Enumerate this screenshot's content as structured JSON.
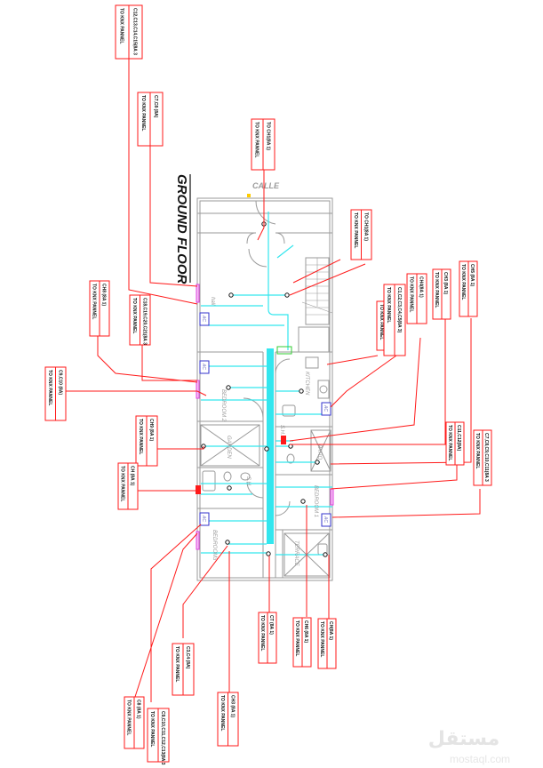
{
  "drawing": {
    "title": "GROUND FLOOR",
    "street_label": "CALLE",
    "watermark": {
      "arabic": "مستقل",
      "latin": "mostaql.com"
    },
    "colors": {
      "circuit_leader": "#ff1a1a",
      "cable_route": "#33e6ee",
      "ac_unit": "#3333cc",
      "knx_module": "#e040e0",
      "junction_box": "#33cc33",
      "wall": "#9a9a9a"
    }
  },
  "rooms": [
    {
      "id": "hall",
      "label": "hall"
    },
    {
      "id": "kitchen",
      "label": "KITCHEN"
    },
    {
      "id": "bedroom2",
      "label": "BEDROOM 2"
    },
    {
      "id": "garden",
      "label": "GARDEN"
    },
    {
      "id": "sh1",
      "label": "S.H."
    },
    {
      "id": "sh2",
      "label": "S.H."
    },
    {
      "id": "patio",
      "label": "PATIO"
    },
    {
      "id": "bedroom1",
      "label": "BEDROOM 1"
    },
    {
      "id": "bedroom3",
      "label": "BEDROOM3"
    },
    {
      "id": "terrace",
      "label": "TERRACE"
    }
  ],
  "ac_units": [
    {
      "id": "ac-hall",
      "label": "AC"
    },
    {
      "id": "ac-bedroom2",
      "label": "AC"
    },
    {
      "id": "ac-kitchen",
      "label": "AC"
    },
    {
      "id": "ac-bedroom1",
      "label": "AC"
    },
    {
      "id": "ac-bedroom3",
      "label": "AC"
    }
  ],
  "circuit_tags": [
    {
      "id": "tag-1",
      "circuit": "C12,C13,C14,C15(8A 3",
      "destination": "TO KNX PANNEL"
    },
    {
      "id": "tag-2",
      "circuit": "C7,C8 (8A)",
      "destination": "TO KNX PANNEL"
    },
    {
      "id": "tag-3",
      "circuit": "TO CH1(8A 1)",
      "destination": "TO KNX PANNEL"
    },
    {
      "id": "tag-4",
      "circuit": "TO CH1(8A 1)",
      "destination": "TO KNX PANNEL"
    },
    {
      "id": "tag-5",
      "circuit": "CH8 (8A 1)",
      "destination": "TO KNX PANNEL"
    },
    {
      "id": "tag-6",
      "circuit": "C18,C19,C20,C21(8A 3",
      "destination": "TO KNX PANNEL"
    },
    {
      "id": "tag-7",
      "circuit": "TO CH2(8A 1)",
      "destination": "TO KNX PANNEL"
    },
    {
      "id": "tag-8",
      "circuit": "C1,C2,C3,C4,C5(8A 3)",
      "destination": "TO KNX PANNEL"
    },
    {
      "id": "tag-9",
      "circuit": "CH4(8A 1)",
      "destination": "TO KNX PANNEL"
    },
    {
      "id": "tag-10",
      "circuit": "CH3 (8A 1)",
      "destination": "TO KNX PANNEL"
    },
    {
      "id": "tag-11",
      "circuit": "CH5 (8A 1)",
      "destination": "TO KNX PANNEL"
    },
    {
      "id": "tag-12",
      "circuit": "C9,C10 (8A)",
      "destination": "TO KNX PANNEL"
    },
    {
      "id": "tag-13",
      "circuit": "CH9 (8A 1)",
      "destination": "TO KNX PANNEL"
    },
    {
      "id": "tag-14",
      "circuit": "C11,C12(8A)",
      "destination": "TO KNX PANNEL"
    },
    {
      "id": "tag-15",
      "circuit": "C7,C8,C9,C10,C11(8A 3",
      "destination": "TO KNX PANNEL"
    },
    {
      "id": "tag-16",
      "circuit": "CH (8A 1)",
      "destination": "TO KNX PANNEL"
    },
    {
      "id": "tag-17",
      "circuit": "CT (8A 1)",
      "destination": "TO KNX PANNEL"
    },
    {
      "id": "tag-18",
      "circuit": "CH6 (8A 1)",
      "destination": "TO KNX PANNEL"
    },
    {
      "id": "tag-19",
      "circuit": "CH(8A 1)",
      "destination": "TO KNX PANNEL"
    },
    {
      "id": "tag-20",
      "circuit": "C3,C4 (8A)",
      "destination": "TO KNX PANNEL"
    },
    {
      "id": "tag-21",
      "circuit": "C8 (8A 1)",
      "destination": "TO KNX PANNEL"
    },
    {
      "id": "tag-22",
      "circuit": "C9,C10,C11,C12,C13(8A 3",
      "destination": "TO KNX PANNEL"
    },
    {
      "id": "tag-23",
      "circuit": "CH3 (8A 1)",
      "destination": "TO KNX PANNEL"
    }
  ]
}
